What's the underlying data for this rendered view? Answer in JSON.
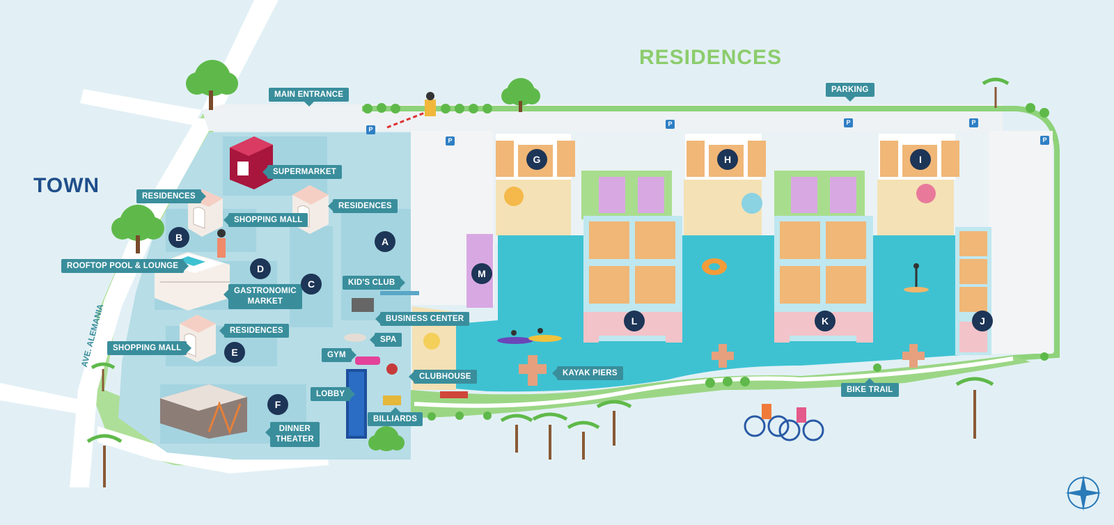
{
  "headings": {
    "town": "TOWN",
    "residences": "RESIDENCES",
    "road": "AVE. ALEMANIA"
  },
  "labels": {
    "main_entrance": "MAIN ENTRANCE",
    "parking": "PARKING",
    "supermarket": "SUPERMARKET",
    "residences_1": "RESIDENCES",
    "shopping_mall_1": "SHOPPING MALL",
    "residences_2": "RESIDENCES",
    "rooftop_pool": "ROOFTOP POOL & LOUNGE",
    "gastronomic_1": "GASTRONOMIC",
    "gastronomic_2": "MARKET",
    "kids_club": "KID'S CLUB",
    "business_center": "BUSINESS CENTER",
    "residences_3": "RESIDENCES",
    "spa": "SPA",
    "shopping_mall_2": "SHOPPING MALL",
    "gym": "GYM",
    "clubhouse": "CLUBHOUSE",
    "kayak_piers": "KAYAK PIERS",
    "lobby": "LOBBY",
    "dinner_1": "DINNER",
    "dinner_2": "THEATER",
    "billiards": "BILLIARDS",
    "bike_trail": "BIKE TRAIL"
  },
  "zones": {
    "a": "A",
    "b": "B",
    "c": "C",
    "d": "D",
    "e": "E",
    "f": "F",
    "g": "G",
    "h": "H",
    "i": "I",
    "j": "J",
    "k": "K",
    "l": "L",
    "m": "M"
  },
  "parking_symbol": "P",
  "colors": {
    "ground": "#e2f0f5",
    "plaza": "#b7dde7",
    "lagoon": "#3ec2d2",
    "grass": "#8ed27a",
    "label": "#3a8e9c",
    "zone_badge": "#1d3557",
    "residences_title": "#8ccc6c",
    "town_title": "#1f4e8a",
    "building_orange": "#f0b777",
    "building_purple": "#d8a8e2",
    "building_pink": "#f2c3c8",
    "sand": "#f4e1b5"
  },
  "icons": {
    "compass": "compass-rose-icon",
    "parking": "parking-sign-icon",
    "tree": "tree-icon",
    "palm": "palm-tree-icon",
    "cyclist": "cyclist-icon",
    "kayak": "kayak-icon",
    "guard": "security-guard-icon"
  }
}
